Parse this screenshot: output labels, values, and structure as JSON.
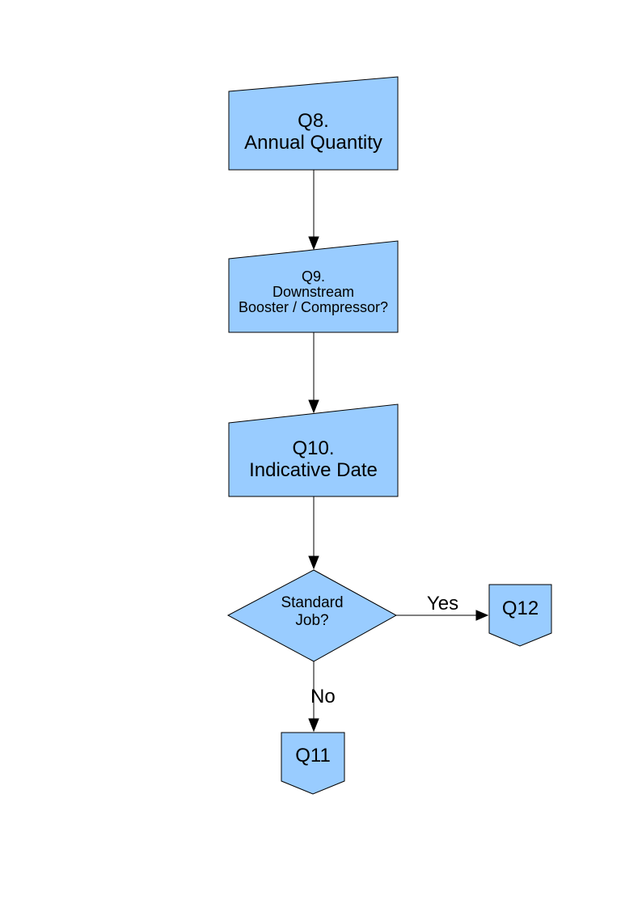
{
  "colors": {
    "node_fill": "#99CCFF",
    "node_border": "#000000",
    "connector": "#000000",
    "text": "#000000",
    "background": "#FFFFFF"
  },
  "nodes": {
    "q8": {
      "title": "Q8.",
      "subtitle": "Annual Quantity"
    },
    "q9": {
      "title": "Q9.",
      "line2": "Downstream",
      "line3": "Booster / Compressor?"
    },
    "q10": {
      "title": "Q10.",
      "subtitle": "Indicative Date"
    },
    "decision": {
      "line1": "Standard",
      "line2": "Job?"
    },
    "q12": {
      "label": "Q12"
    },
    "q11": {
      "label": "Q11"
    }
  },
  "edges": {
    "yes_label": "Yes",
    "no_label": "No"
  }
}
